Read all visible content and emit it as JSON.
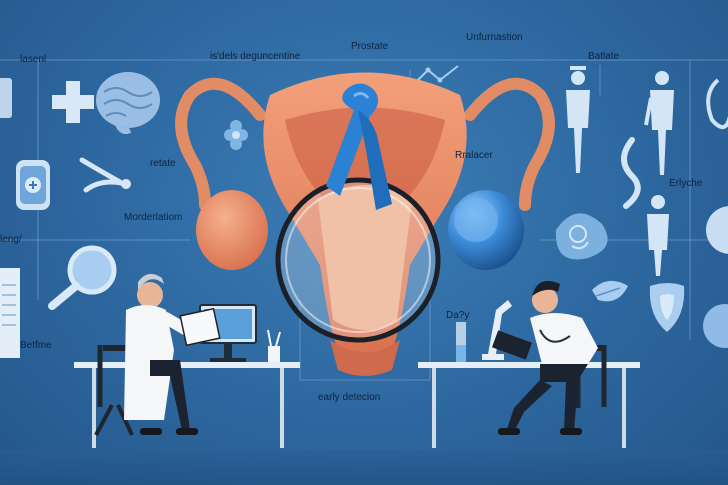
{
  "labels": {
    "lasenl": "lasenl",
    "isdels": "is'dels deguncentine",
    "prostate": "Prostate",
    "unfurnastion": "Unfurnastion",
    "batlate": "Batlate",
    "retate": "retate",
    "rralacer": "Rralacer",
    "erlyche": "Erlyche",
    "morderlation": "Morderlatiom",
    "leng": "leng/",
    "betfme": "Betfme",
    "dazy": "Da?y",
    "early_detection": "early detecion"
  },
  "colors": {
    "background": "#2f6aa0",
    "ribbon": "#2a7fd0",
    "organ": "#e8906a",
    "icon_light": "#b7d4ee"
  },
  "icons": [
    "medical-cross-icon",
    "brain-icon",
    "flower-icon",
    "iv-bag-icon",
    "tweezers-icon",
    "magnifier-icon",
    "clipboard-icon",
    "person-icon",
    "doctor-icon",
    "awareness-ribbon-icon",
    "cell-icon",
    "flask-icon",
    "microscope-icon"
  ]
}
